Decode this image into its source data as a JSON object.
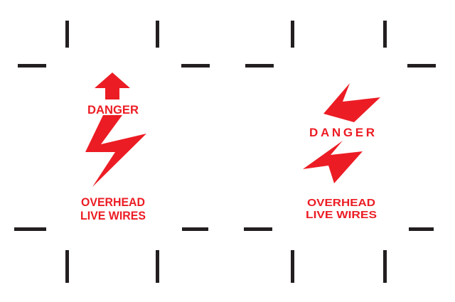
{
  "colors": {
    "red": "#ec1c24",
    "mark": "#231f20"
  },
  "labels": [
    {
      "title": "DANGER",
      "line1": "OVERHEAD",
      "line2": "LIVE WIRES",
      "icons": [
        "arrow-up-icon",
        "lightning-bolt-icon"
      ]
    },
    {
      "title": "DANGER",
      "line1": "OVERHEAD",
      "line2": "LIVE WIRES",
      "icons": [
        "lightning-bolt-icon",
        "lightning-bolt-icon"
      ]
    }
  ]
}
